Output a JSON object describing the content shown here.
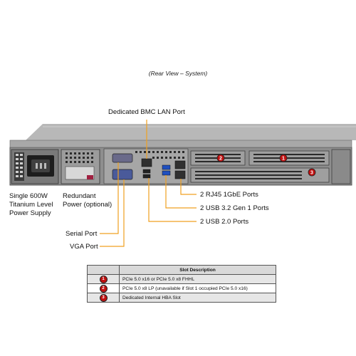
{
  "caption": "(Rear View – System)",
  "callouts": {
    "bmc": "Dedicated BMC LAN Port",
    "rj45": "2 RJ45 1GbE Ports",
    "usb32": "2 USB 3.2 Gen 1 Ports",
    "usb20": "2 USB 2.0 Ports",
    "serial": "Serial Port",
    "vga": "VGA Port",
    "psu": [
      "Single 600W",
      "Titanium Level",
      "Power Supply"
    ],
    "redundant": [
      "Redundant",
      "Power (optional)"
    ]
  },
  "slot_badges": [
    "1",
    "2",
    "3"
  ],
  "table": {
    "header": "Slot Description",
    "rows": [
      {
        "num": "1",
        "desc": "PCIe 5.0 x16 or PCIe 5.0 x8 FHHL"
      },
      {
        "num": "2",
        "desc": "PCIe 5.0 x8 LP (unavailable if Slot 1 occupied PCIe 5.0 x16)"
      },
      {
        "num": "3",
        "desc": "Dedicated Internal HBA Slot"
      }
    ]
  },
  "colors": {
    "callout_line": "#f0a020",
    "badge": "#c01010",
    "chassis": "#9a9a9a"
  }
}
